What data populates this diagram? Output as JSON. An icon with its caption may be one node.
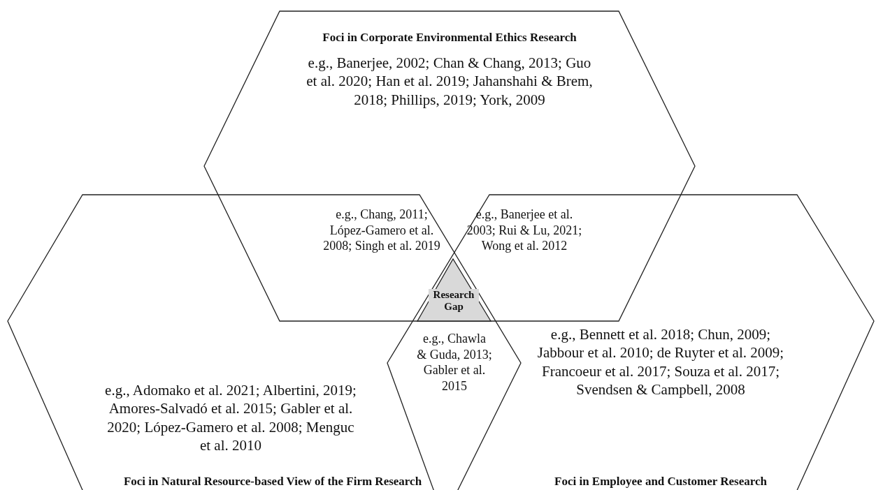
{
  "diagram": {
    "nodes": [
      {
        "text": [
          "Foci in Corporate Environmental Ethics Research",
          "e.g., Banerjee, 2002; Chan & Chang, 2013; Guo et al. 2020; Han et al. 2019; Jahanshahi & Brem, 2018; Phillips, 2019; York, 2009"
        ]
      },
      {
        "text": [
          "e.g., Adomako et al. 2021; Albertini, 2019; Amores-Salvadó et al. 2015; Gabler et al. 2020; López-Gamero et al. 2008; Menguc et al. 2010",
          "Foci in Natural Resource-based View of the Firm Research"
        ]
      },
      {
        "text": [
          "e.g., Bennett et al. 2018; Chun, 2009; Jabbour et al. 2010; de Ruyter et al. 2009; Francoeur et al. 2017; Souza et al. 2017; Svendsen & Campbell, 2008",
          "Foci in Employee and Customer Research"
        ]
      },
      {
        "text": [
          "Research Gap"
        ]
      }
    ],
    "labels": [
      "e.g., Chang, 2011; López-Gamero et al. 2008; Singh et al. 2019",
      "e.g., Banerjee et al. 2003; Rui & Lu, 2021; Wong et al. 2012",
      "e.g., Chawla & Guda, 2013; Gabler et al. 2015"
    ]
  }
}
